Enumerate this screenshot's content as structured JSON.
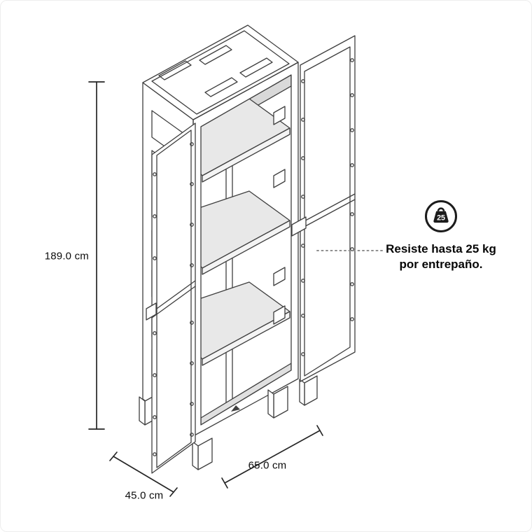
{
  "diagram": {
    "dimensions": {
      "height": "189.0 cm",
      "depth": "45.0 cm",
      "width": "65.0 cm"
    },
    "callout": {
      "badge_value": "25",
      "icon": "weight-icon",
      "line1": "Resiste hasta 25 kg",
      "line2": "por entrepaño."
    },
    "colors": {
      "line": "#3f3f3f",
      "dimension_line": "#262626",
      "text": "#0d0d0d",
      "shelf_fill": "#e8e8e8",
      "leader_dots": "#8f8f8f",
      "background": "#ffffff"
    }
  }
}
